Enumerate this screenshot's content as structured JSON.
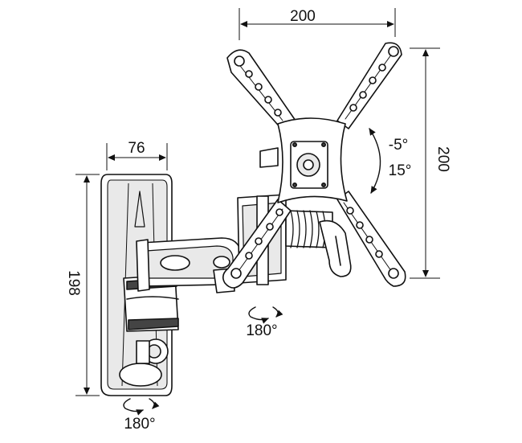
{
  "dimensions": {
    "vesa_width": "200",
    "vesa_height": "200",
    "wall_plate_width": "76",
    "wall_plate_height": "198"
  },
  "tilt": {
    "up": "-5°",
    "down": "15°"
  },
  "swivel": {
    "arm": "180°",
    "wall": "180°"
  },
  "colors": {
    "ink": "#111111",
    "background": "#ffffff",
    "shade": "#e9e9e9"
  }
}
